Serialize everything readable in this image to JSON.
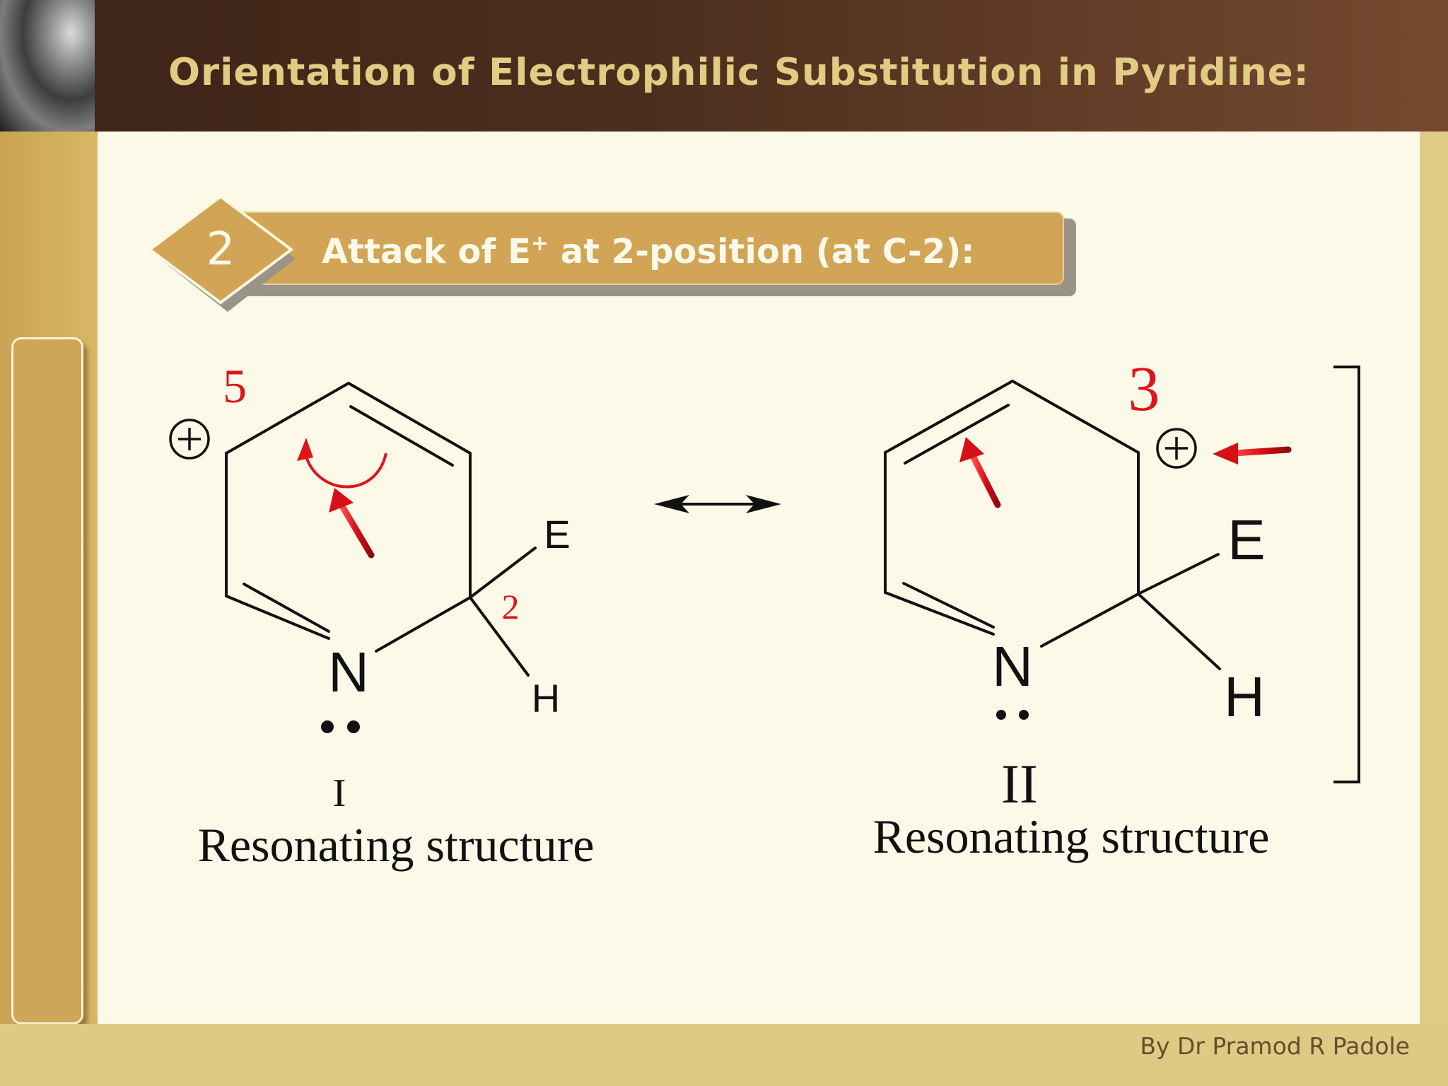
{
  "title": "Orientation of Electrophilic Substitution in Pyridine:",
  "step": {
    "number": "2",
    "label_main": "Attack of E",
    "label_sup": "+",
    "label_rest": " at 2-position (at C-2):"
  },
  "structure_1": {
    "position_label": "5",
    "charge": "+",
    "atom_e": "E",
    "atom_h": "H",
    "atom_n": "N",
    "carbon_label": "2",
    "numeral": "I",
    "caption": "Resonating structure"
  },
  "structure_2": {
    "position_label": "3",
    "charge": "+",
    "atom_e": "E",
    "atom_h": "H",
    "atom_n": "N",
    "numeral": "II",
    "caption": "Resonating structure"
  },
  "author": "By Dr Pramod R Padole",
  "colors": {
    "header": "#4a2c1c",
    "title_text": "#e2cb82",
    "banner": "#d1a456",
    "content_bg": "#fdf9e8",
    "arrow_red": "#d80f16",
    "label_red": "#e0141b"
  }
}
